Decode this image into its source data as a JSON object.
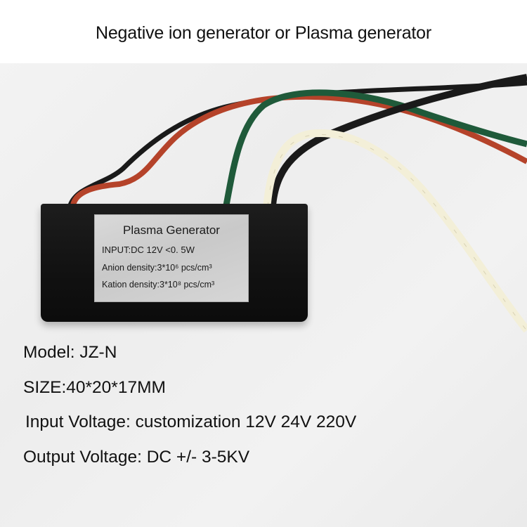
{
  "title": "Negative ion generator or Plasma generator",
  "module_label": {
    "heading": "Plasma Generator",
    "input": "INPUT:DC  12V  <0. 5W",
    "anion": "Anion density:3*10⁶ pcs/cm³",
    "kation": "Kation density:3*10⁸ pcs/cm³"
  },
  "specs": {
    "model": "Model: JZ-N",
    "size": "SIZE:40*20*17MM",
    "input_voltage": "Input Voltage: customization 12V 24V 220V",
    "output_voltage": "Output Voltage: DC +/- 3-5KV"
  },
  "wire_colors": {
    "red": "#b5432a",
    "green": "#1f5a3a",
    "black": "#1a1a1a",
    "white": "#f3efd8"
  },
  "module_color": "#141414",
  "label_color": "#d2d2d2"
}
